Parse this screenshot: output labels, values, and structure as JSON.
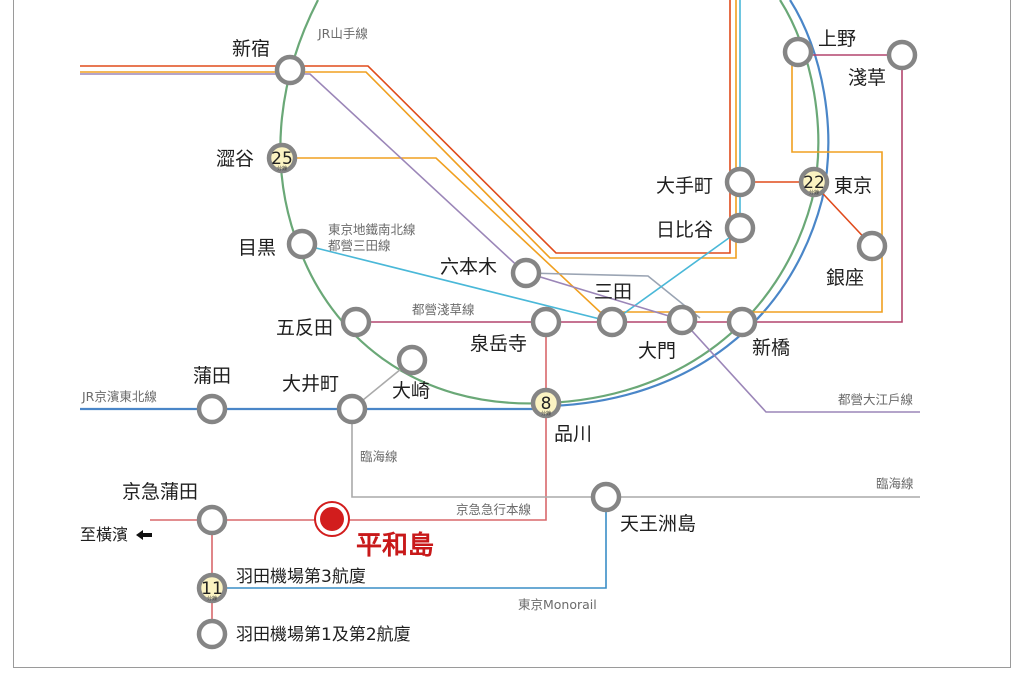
{
  "colors": {
    "yamanote": "#6aa877",
    "keihin_tohoku": "#4a86c8",
    "ginza": "#f0a020",
    "marunouchi": "#e04b1c",
    "hibiya": "#9aa4b3",
    "namboku_mita": "#4ab8d8",
    "asakusa": "#b3456e",
    "oedo": "#9b86b8",
    "keikyu": "#d9686c",
    "rinkai": "#aaaaaa",
    "monorail": "#3a8ec6",
    "destination": "#d21d1d",
    "station_fill": "#ffffff",
    "station_stroke": "#858585",
    "time_fill": "#fbf3c2"
  },
  "stations": {
    "shinjuku": "新宿",
    "shibuya": "澀谷",
    "meguro": "目黒",
    "gotanda": "五反田",
    "osaki": "大崎",
    "oimachi": "大井町",
    "kamata": "蒲田",
    "keikyu_kamata": "京急蒲田",
    "haneda_t3": "羽田機場第3航廈",
    "haneda_t12": "羽田機場第1及第2航廈",
    "tennozu": "天王洲島",
    "shinagawa": "品川",
    "sengakuji": "泉岳寺",
    "mita": "三田",
    "daimon": "大門",
    "shimbashi": "新橋",
    "roppongi": "六本木",
    "hibiya": "日比谷",
    "otemachi": "大手町",
    "tokyo": "東京",
    "ginza": "銀座",
    "ueno": "上野",
    "asakusa": "淺草",
    "heiwajima": "平和島"
  },
  "lines": {
    "yamanote": "JR山手線",
    "keihin_tohoku": "JR京濱東北線",
    "namboku_mita": [
      "東京地鐵南北線",
      "都營三田線"
    ],
    "asakusa": "都營淺草線",
    "oedo": "都營大江戶線",
    "rinkai_left": "臨海線",
    "rinkai_right": "臨海線",
    "keikyu": "京急急行本線",
    "monorail": "東京Monorail"
  },
  "to_yokohama": "至橫濱",
  "travel_times": {
    "shibuya": "25",
    "tokyo": "22",
    "shinagawa": "8",
    "haneda_t3": "11",
    "unit": "分鐘"
  }
}
